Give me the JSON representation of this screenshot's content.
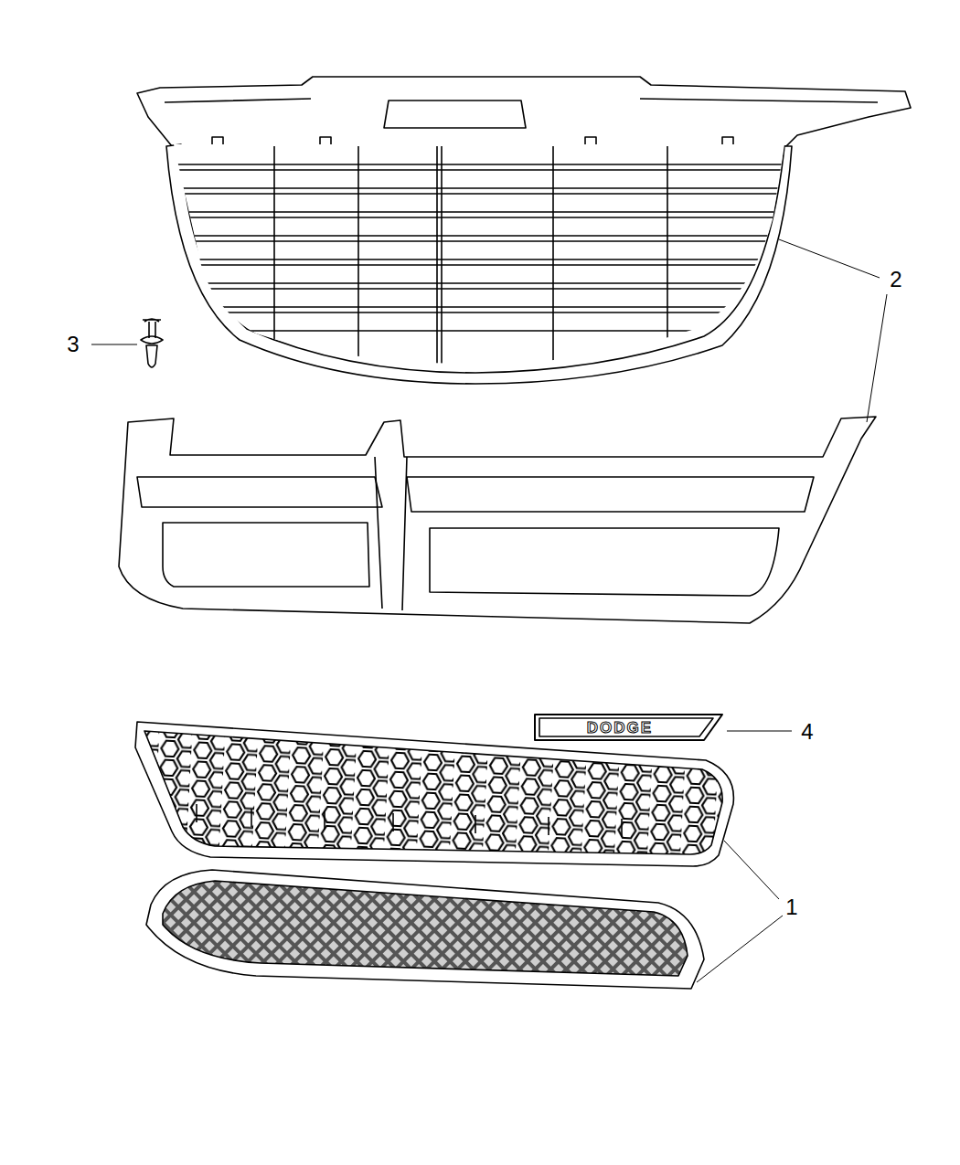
{
  "diagram": {
    "labels": [
      "2",
      "3",
      "1",
      "4",
      "DODGE"
    ]
  }
}
